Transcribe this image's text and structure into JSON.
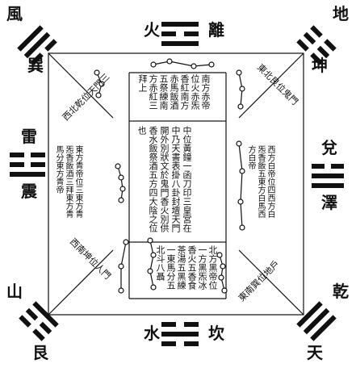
{
  "trigrams": {
    "top_left": {
      "name": "風",
      "direction": "巽"
    },
    "top": {
      "name": "火",
      "direction": "離"
    },
    "top_right": {
      "name": "地",
      "direction": "坤"
    },
    "left": {
      "name": "雷",
      "direction": "震"
    },
    "right": {
      "name": "澤",
      "direction": "兌"
    },
    "bottom_left": {
      "name": "山",
      "direction": "艮"
    },
    "bottom": {
      "name": "水",
      "direction": "坎"
    },
    "bottom_right": {
      "name": "天",
      "direction": "乾"
    }
  },
  "center_text": "中位黃鐘一函刀印三皇宮在中乃天書表掛八卦封壇天門開外別狀文於鬼門香火別供香水飯祭酒五方四大陰之位也",
  "north_text": "北方黑帝位一方黑炁冰香火五香食茶湯五黑練一東馬分五北斗八聶",
  "south_text": "南方赤帝位火赤炁香紅南方赤馬飯酒五祭練南方赤紅三拜上",
  "east_text": "東方青帝位三東方青炁香飯酒三拜東方青馬分東方青帝",
  "west_text": "西方白帝位四西方白炁香飯五東方白馬西方白帝",
  "corner_nw": "西北乾位天門三",
  "corner_ne": "東北艮位鬼門",
  "corner_sw": "西南坤位人門",
  "corner_se": "東南巽位地戶"
}
